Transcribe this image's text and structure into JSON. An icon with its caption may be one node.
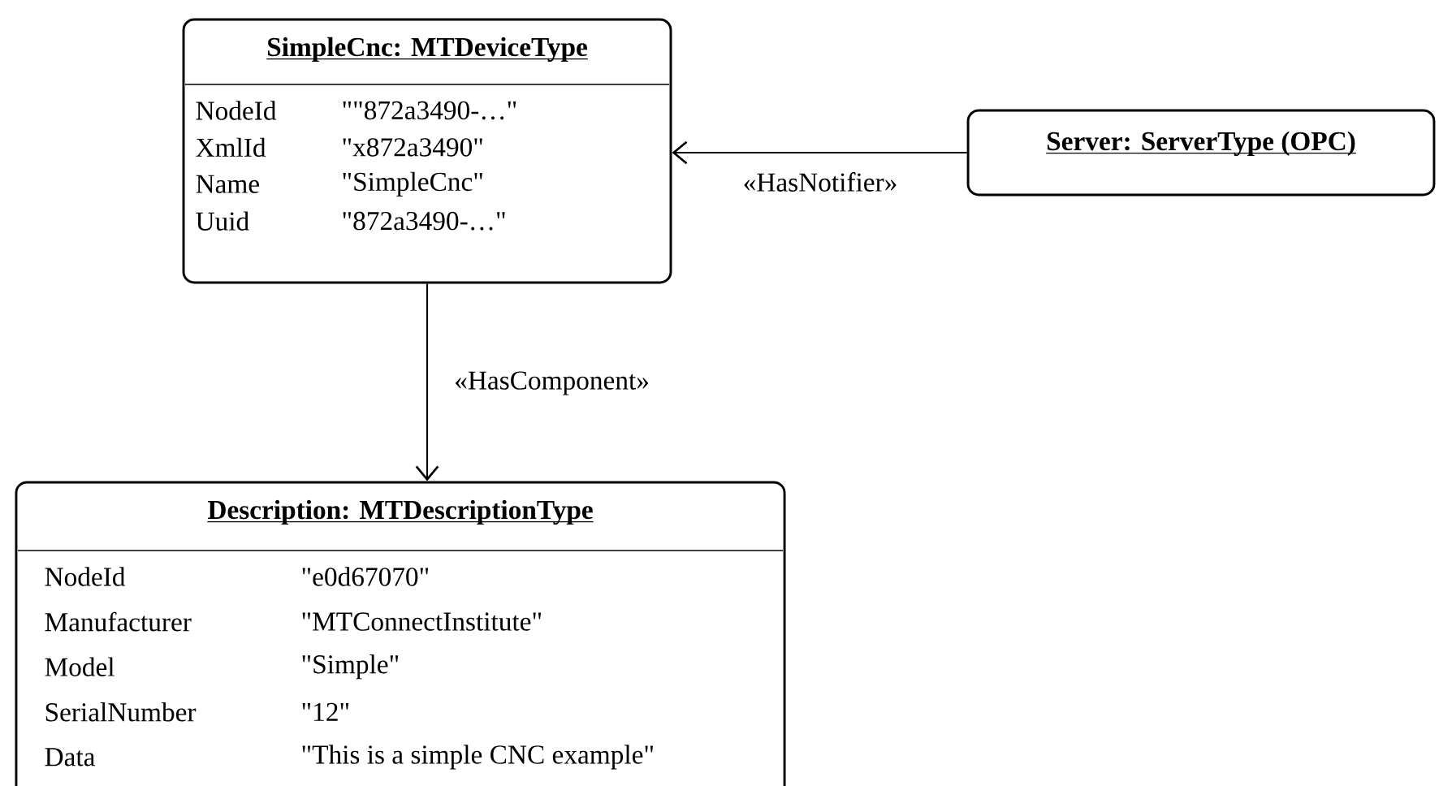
{
  "diagram": {
    "nodes": [
      {
        "text": [
          "SimpleCnc: MTDeviceType",
          "NodeId",
          "\"\"872a3490-…\"",
          "XmlId",
          "\"x872a3490\"",
          "Name",
          "\"SimpleCnc\"",
          "Uuid",
          "\"872a3490-…\""
        ]
      },
      {
        "text": [
          "Server: ServerType (OPC)"
        ]
      },
      {
        "text": [
          "Description: MTDescriptionType",
          "NodeId",
          "\"e0d67070\"",
          "Manufacturer",
          "\"MTConnectInstitute\"",
          "Model",
          "\"Simple\"",
          "SerialNumber",
          "\"12\"",
          "Data",
          "\"This is a simple CNC example\""
        ]
      }
    ],
    "edges": [
      {
        "from": 1,
        "to": 0,
        "arrow": "to",
        "label": "«HasNotifier»"
      },
      {
        "from": 0,
        "to": 2,
        "arrow": "to",
        "label": "«HasComponent»"
      }
    ]
  }
}
